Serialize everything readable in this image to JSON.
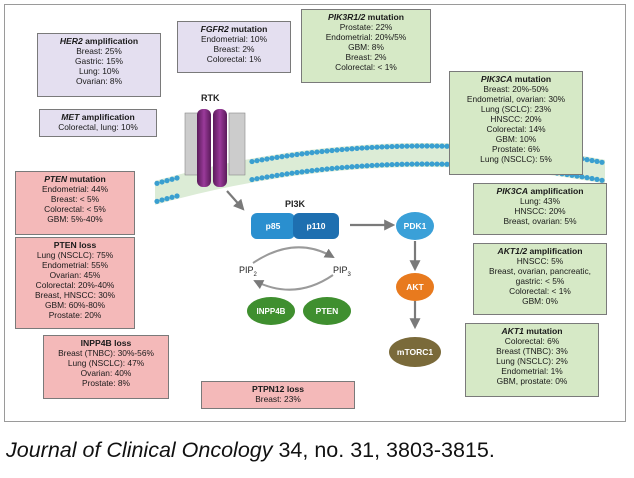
{
  "caption": {
    "journal": "Journal of Clinical Oncology",
    "rest": " 34, no. 31, 3803-3815."
  },
  "pathway": {
    "rtk": "RTK",
    "pi3k": "PI3K",
    "p85": "p85",
    "p110": "p110",
    "pip2_base": "PIP",
    "pip2_sub": "2",
    "pip3_base": "PIP",
    "pip3_sub": "3",
    "pdk1": "PDK1",
    "akt": "AKT",
    "mtorc1": "mTORC1",
    "inpp4b": "INPP4B",
    "pten": "PTEN"
  },
  "colors": {
    "purple_box": "#e4dff0",
    "green_box": "#d6e9c6",
    "red_box": "#f4b9b9",
    "p85": "#2a8fcf",
    "p110": "#1e6fb0",
    "pdk1": "#3aa0d8",
    "akt": "#e87a1e",
    "mtorc1": "#7a6a3a",
    "inpp4b": "#3f8f2f",
    "pten": "#3f8f2f",
    "rtk": "#7b2a7a"
  },
  "boxes": {
    "her2": {
      "gene": "HER2",
      "suffix": " amplification",
      "lines": [
        "Breast: 25%",
        "Gastric: 15%",
        "Lung: 10%",
        "Ovarian: 8%"
      ]
    },
    "fgfr2": {
      "gene": "FGFR2",
      "suffix": " mutation",
      "lines": [
        "Endometrial: 10%",
        "Breast: 2%",
        "Colorectal: 1%"
      ]
    },
    "pik3r": {
      "gene": "PIK3R1/2",
      "suffix": " mutation",
      "lines": [
        "Prostate: 22%",
        "Endometrial: 20%/5%",
        "GBM: 8%",
        "Breast: 2%",
        "Colorectal: < 1%"
      ]
    },
    "met": {
      "gene": "MET",
      "suffix": " amplification",
      "lines": [
        "Colorectal, lung: 10%"
      ]
    },
    "pik3ca_mut": {
      "gene": "PIK3CA",
      "suffix": " mutation",
      "lines": [
        "Breast: 20%-50%",
        "Endometrial, ovarian: 30%",
        "Lung (SCLC): 23%",
        "HNSCC: 20%",
        "Colorectal: 14%",
        "GBM: 10%",
        "Prostate: 6%",
        "Lung (NSCLC): 5%"
      ]
    },
    "pten_mut": {
      "gene": "PTEN",
      "suffix": " mutation",
      "lines": [
        "Endometrial: 44%",
        "Breast: < 5%",
        "Colorectal: < 5%",
        "GBM: 5%-40%"
      ]
    },
    "pten_loss": {
      "title": "PTEN loss",
      "lines": [
        "Lung (NSCLC): 75%",
        "Endometrial: 55%",
        "Ovarian: 45%",
        "Colorectal: 20%-40%",
        "Breast, HNSCC: 30%",
        "GBM: 60%-80%",
        "Prostate: 20%"
      ]
    },
    "pik3ca_amp": {
      "gene": "PIK3CA",
      "suffix": " amplification",
      "lines": [
        "Lung: 43%",
        "HNSCC: 20%",
        "Breast, ovarian: 5%"
      ]
    },
    "akt12": {
      "gene": "AKT1/2",
      "suffix": " amplification",
      "lines": [
        "HNSCC: 5%",
        "Breast, ovarian, pancreatic,",
        "gastric: < 5%",
        "Colorectal: < 1%",
        "GBM: 0%"
      ]
    },
    "inpp4b": {
      "title": "INPP4B loss",
      "lines": [
        "Breast (TNBC): 30%-56%",
        "Lung (NSCLC): 47%",
        "Ovarian: 40%",
        "Prostate: 8%"
      ]
    },
    "akt1": {
      "gene": "AKT1",
      "suffix": " mutation",
      "lines": [
        "Colorectal: 6%",
        "Breast (TNBC): 3%",
        "Lung (NSCLC): 2%",
        "Endometrial: 1%",
        "GBM, prostate: 0%"
      ]
    },
    "ptpn12": {
      "title": "PTPN12 loss",
      "lines": [
        "Breast: 23%"
      ]
    }
  }
}
